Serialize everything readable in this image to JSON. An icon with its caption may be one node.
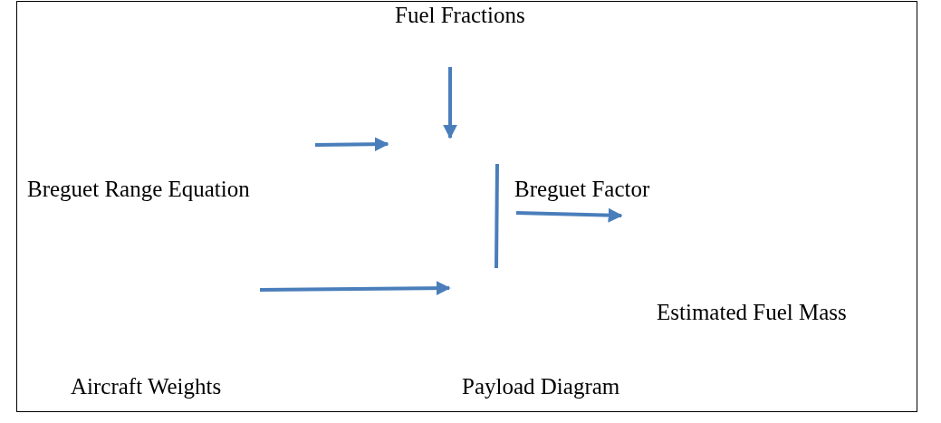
{
  "diagram": {
    "labels": [
      "Fuel Fractions",
      "Breguet Range Equation",
      "Breguet Factor",
      "Estimated Fuel Mass",
      "Aircraft Weights",
      "Payload Diagram"
    ]
  }
}
